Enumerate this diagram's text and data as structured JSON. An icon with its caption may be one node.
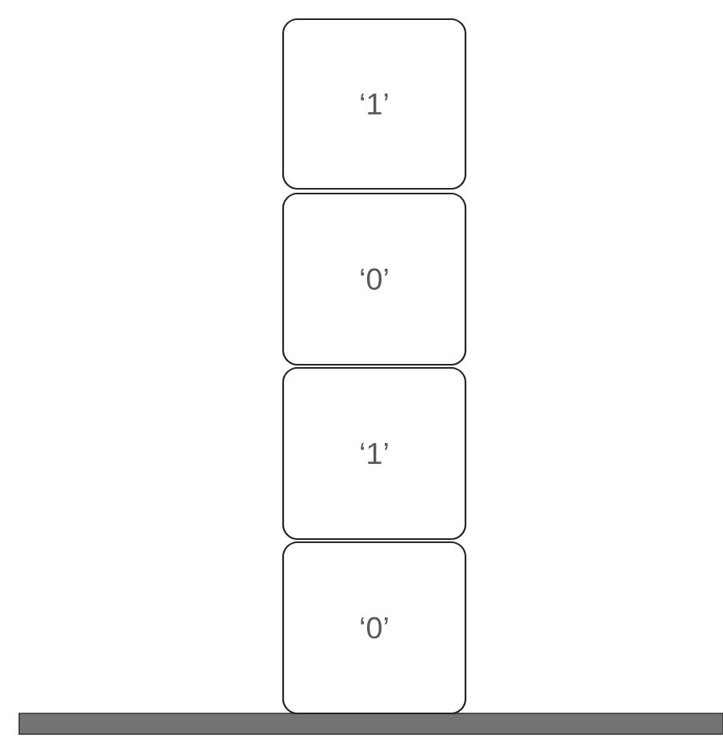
{
  "diagram": {
    "nodes": [
      {
        "text": [
          "‘1’"
        ]
      },
      {
        "text": [
          "‘0’"
        ]
      },
      {
        "text": [
          "‘1’"
        ]
      },
      {
        "text": [
          "‘0’"
        ]
      }
    ]
  }
}
